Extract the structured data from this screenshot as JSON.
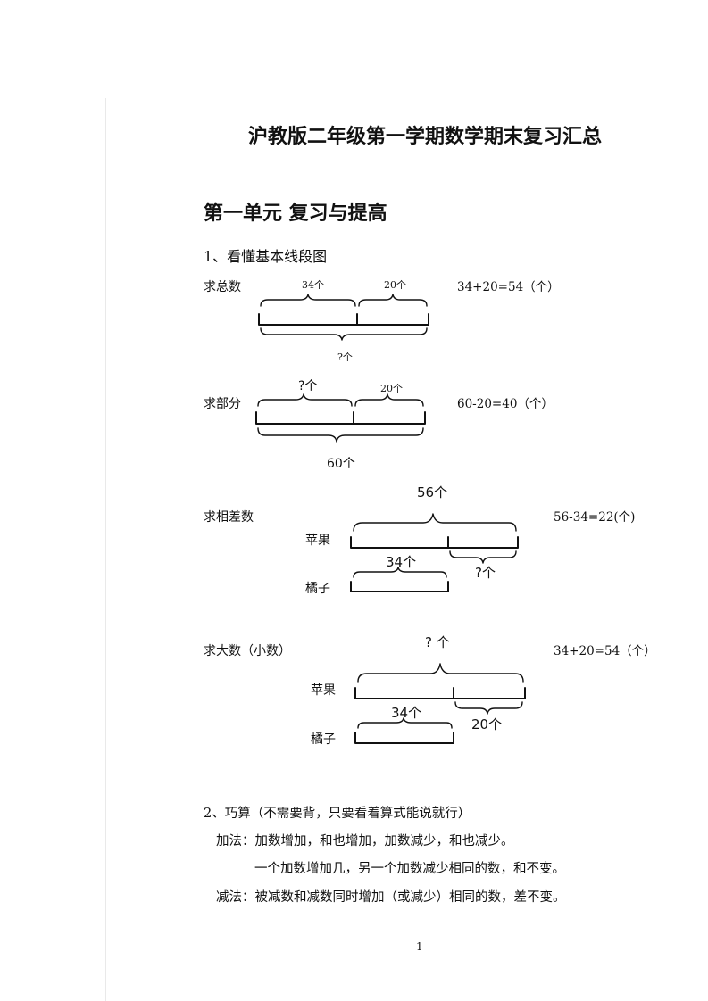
{
  "title": "沪教版二年级第一学期数学期末复习汇总",
  "unit": "第一单元 复习与提高",
  "section1": {
    "heading": "1、看懂基本线段图",
    "total": {
      "label": "求总数",
      "part_a": "34个",
      "part_b": "20个",
      "question": "?个",
      "formula": "34+20=54（个）"
    },
    "part": {
      "label": "求部分",
      "part_a": "?个",
      "part_b": "20个",
      "whole": "60个",
      "formula": "60-20=40（个）"
    },
    "difference": {
      "label": "求相差数",
      "top": "56个",
      "row1": "苹果",
      "row2": "橘子",
      "row2_value": "34个",
      "question": "?个",
      "formula": "56-34=22(个)"
    },
    "bigger": {
      "label": "求大数（小数）",
      "top": "? 个",
      "row1": "苹果",
      "row2": "橘子",
      "row2_value": "34个",
      "diff": "20个",
      "formula": "34+20=54（个）"
    }
  },
  "section2": {
    "heading": "2、巧算（不需要背，只要看着算式能说就行）",
    "add_line1": "加法：加数增加，和也增加，加数减少，和也减少。",
    "add_line2": "一个加数增加几，另一个加数减少相同的数，和不变。",
    "sub_line": "减法：被减数和减数同时增加（或减少）相同的数，差不变。"
  },
  "page_number": "1"
}
